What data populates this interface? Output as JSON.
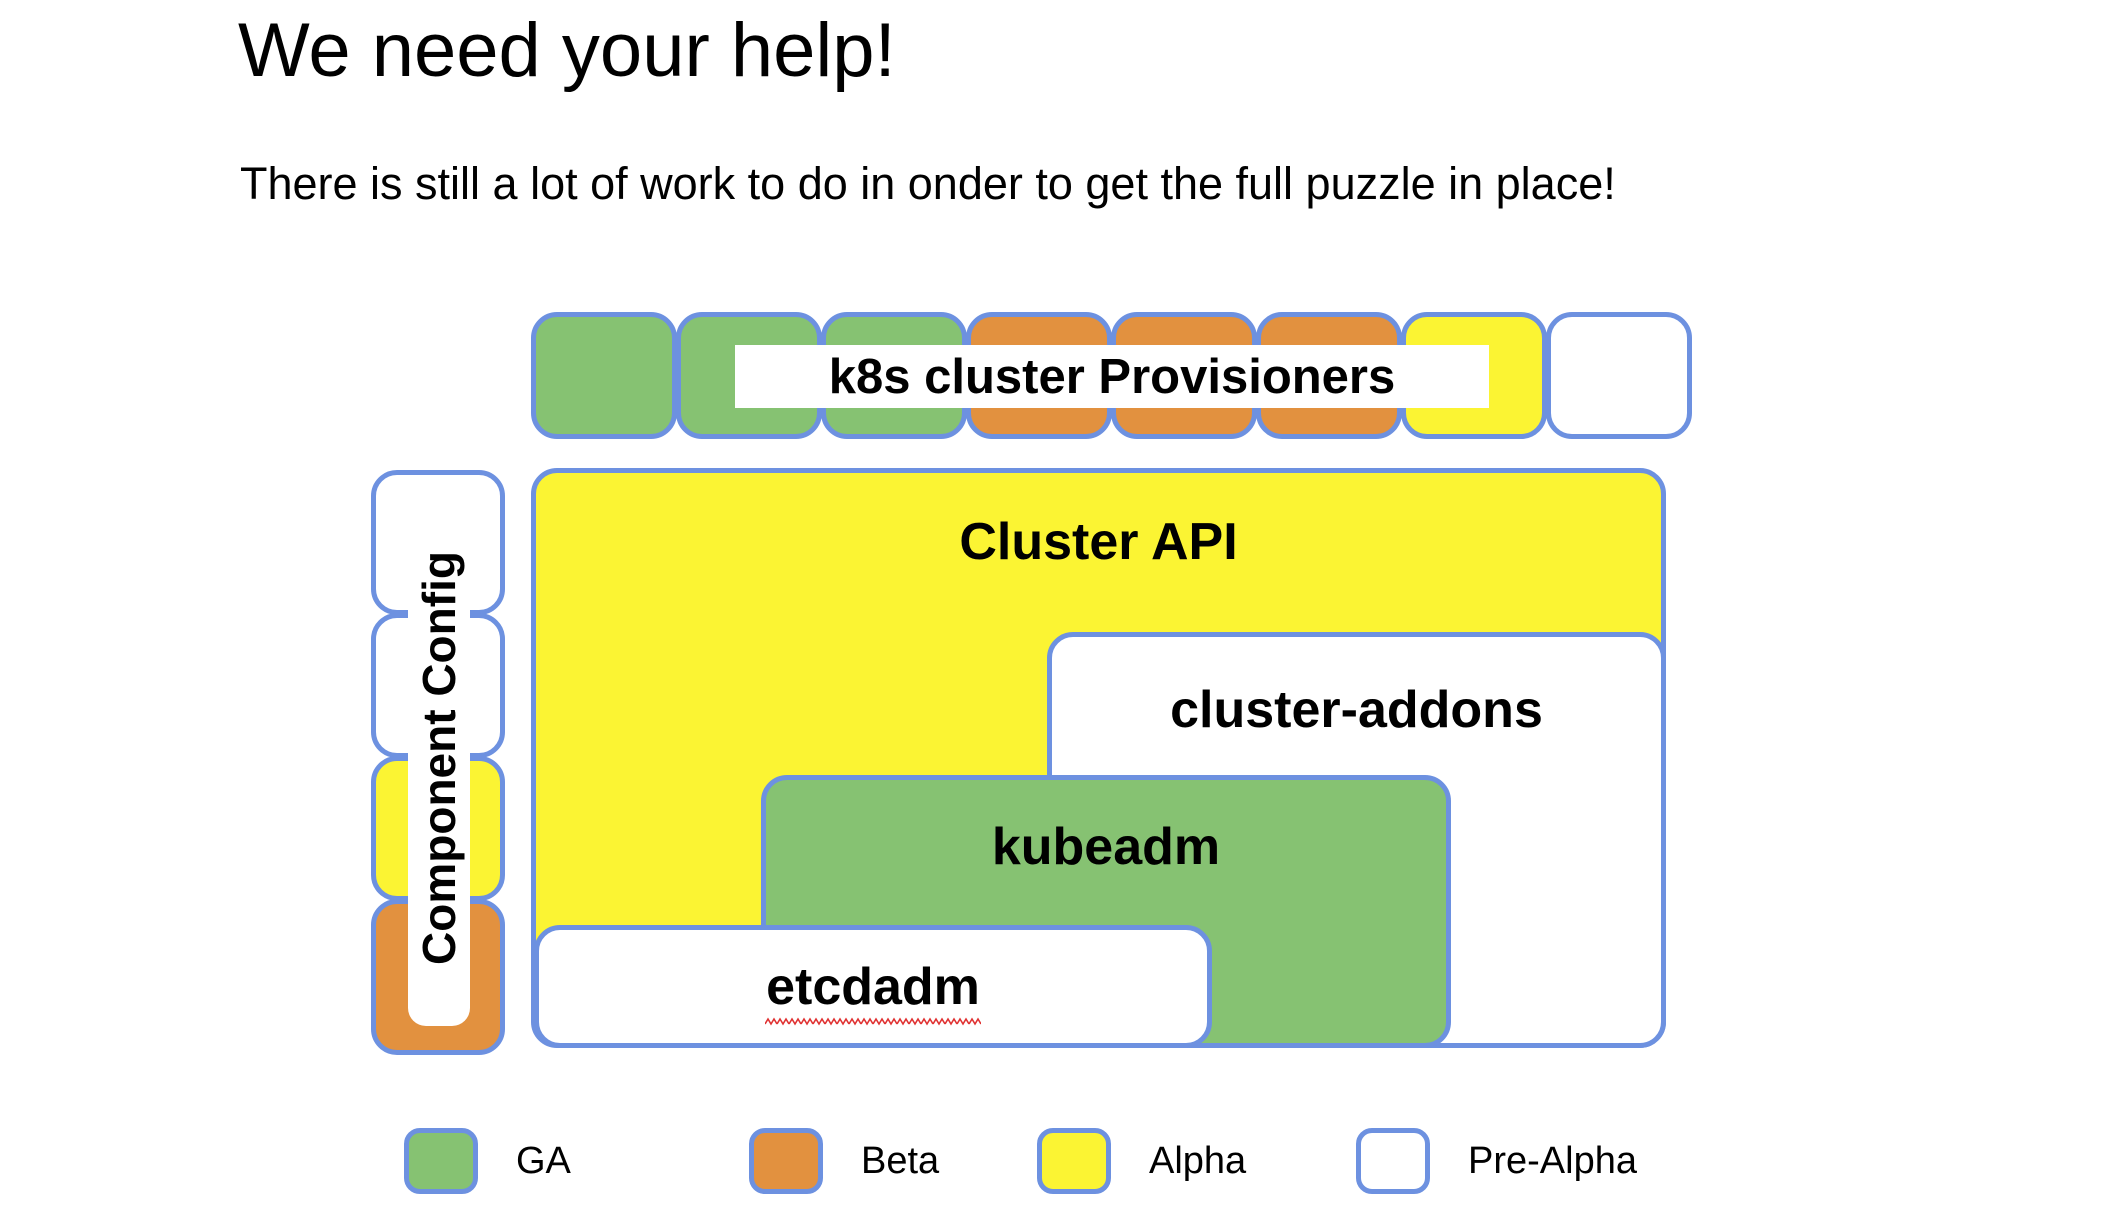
{
  "slide": {
    "title": "We need your help!",
    "subtitle": "There is still a lot of work to do in onder to get the full puzzle in place!"
  },
  "colors": {
    "ga": "#86c272",
    "beta": "#e2913f",
    "alpha": "#fbf433",
    "pre_alpha": "#ffffff",
    "border": "#6d91e0",
    "spellcheck_underline": "#e03030",
    "background": "#ffffff",
    "text": "#000000"
  },
  "diagram": {
    "provisioners_row": {
      "label": "k8s cluster Provisioners",
      "boxes": [
        {
          "status": "GA"
        },
        {
          "status": "GA"
        },
        {
          "status": "GA"
        },
        {
          "status": "Beta"
        },
        {
          "status": "Beta"
        },
        {
          "status": "Beta"
        },
        {
          "status": "Alpha"
        },
        {
          "status": "Pre-Alpha"
        }
      ]
    },
    "component_config": {
      "label": "Component Config",
      "boxes": [
        {
          "status": "Pre-Alpha"
        },
        {
          "status": "Pre-Alpha"
        },
        {
          "status": "Alpha"
        },
        {
          "status": "Beta"
        }
      ]
    },
    "stack": [
      {
        "label": "Cluster API",
        "status": "Alpha"
      },
      {
        "label": "cluster-addons",
        "status": "Pre-Alpha"
      },
      {
        "label": "kubeadm",
        "status": "GA"
      },
      {
        "label": "etcdadm",
        "status": "Pre-Alpha",
        "spellcheck_flagged": true
      }
    ]
  },
  "legend": {
    "items": [
      {
        "label": "GA",
        "status": "GA"
      },
      {
        "label": "Beta",
        "status": "Beta"
      },
      {
        "label": "Alpha",
        "status": "Alpha"
      },
      {
        "label": "Pre-Alpha",
        "status": "Pre-Alpha"
      }
    ]
  }
}
